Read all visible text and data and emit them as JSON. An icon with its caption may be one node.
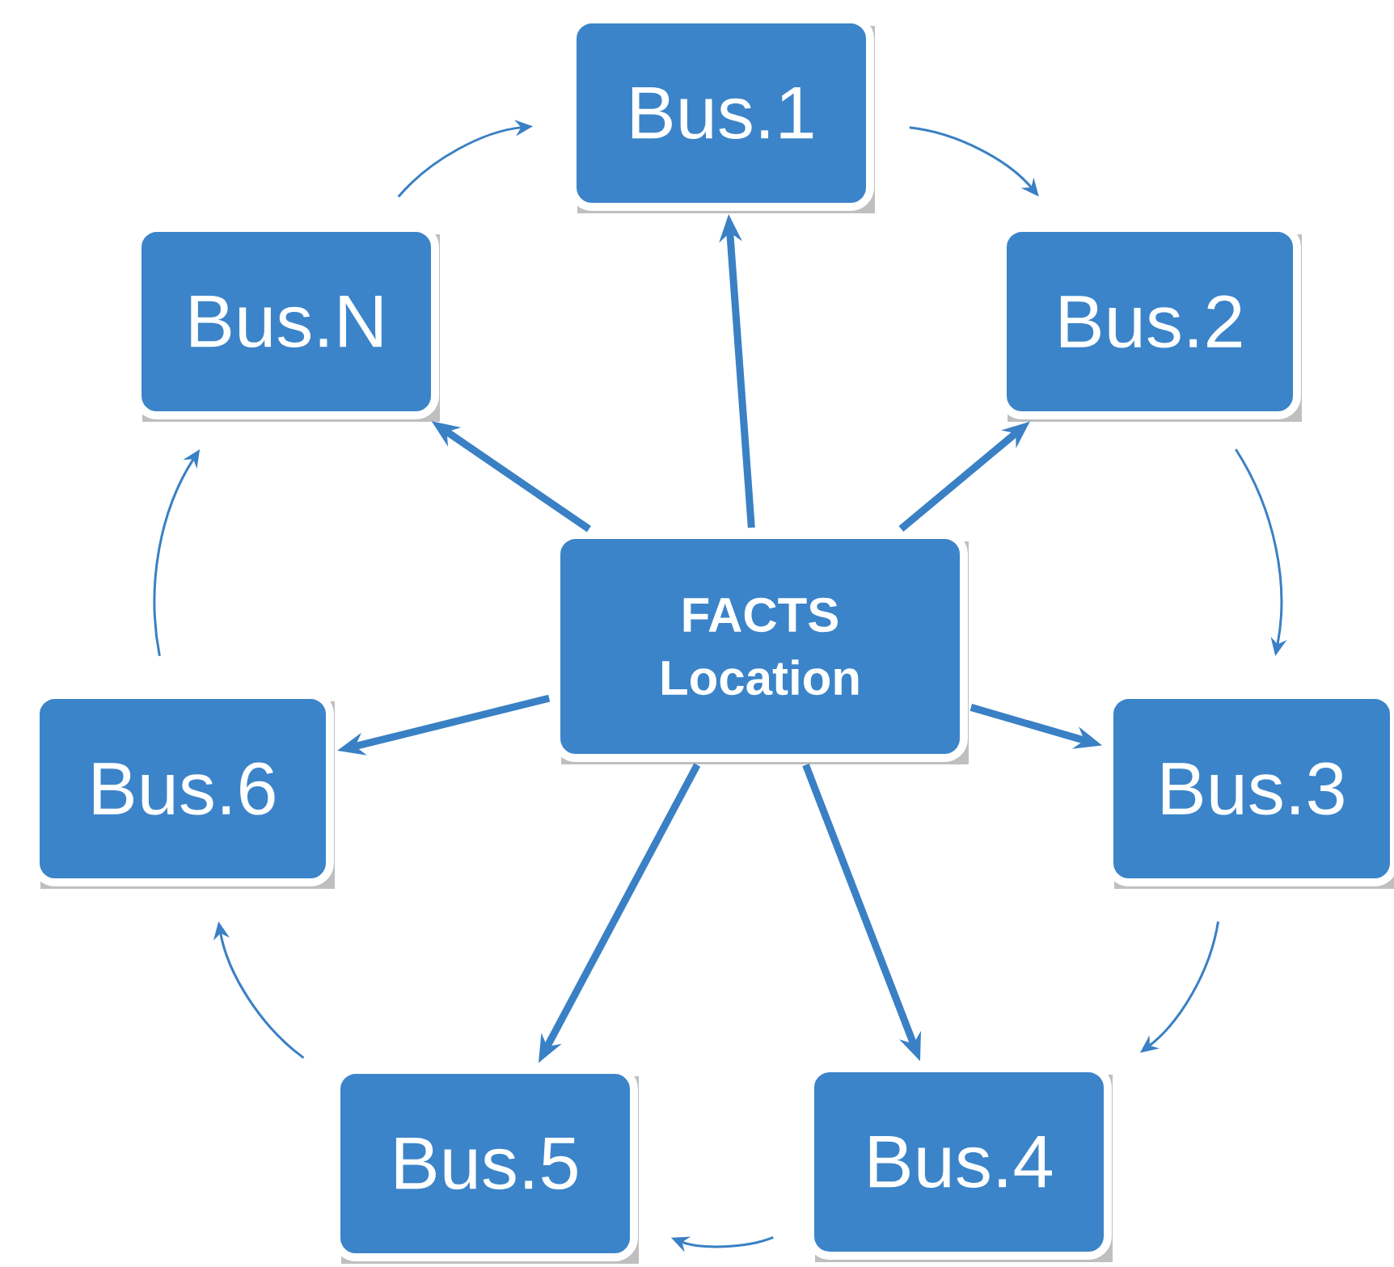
{
  "diagram": {
    "nodes": [
      {
        "text": [
          "FACTS Location"
        ]
      },
      {
        "text": [
          "Bus.1"
        ]
      },
      {
        "text": [
          "Bus.2"
        ]
      },
      {
        "text": [
          "Bus.3"
        ]
      },
      {
        "text": [
          "Bus.4"
        ]
      },
      {
        "text": [
          "Bus.5"
        ]
      },
      {
        "text": [
          "Bus.6"
        ]
      },
      {
        "text": [
          "Bus.N"
        ]
      }
    ],
    "edges": [
      {
        "from": 0,
        "to": 1,
        "arrow": "to",
        "style": "thick"
      },
      {
        "from": 0,
        "to": 2,
        "arrow": "to",
        "style": "thick"
      },
      {
        "from": 0,
        "to": 3,
        "arrow": "to",
        "style": "thick"
      },
      {
        "from": 0,
        "to": 4,
        "arrow": "to",
        "style": "thick"
      },
      {
        "from": 0,
        "to": 5,
        "arrow": "to",
        "style": "thick"
      },
      {
        "from": 0,
        "to": 6,
        "arrow": "to",
        "style": "thick"
      },
      {
        "from": 0,
        "to": 7,
        "arrow": "to",
        "style": "thick"
      },
      {
        "from": 1,
        "to": 2,
        "arrow": "to"
      },
      {
        "from": 2,
        "to": 3,
        "arrow": "to"
      },
      {
        "from": 3,
        "to": 4,
        "arrow": "to"
      },
      {
        "from": 4,
        "to": 5,
        "arrow": "to"
      },
      {
        "from": 5,
        "to": 6,
        "arrow": "to"
      },
      {
        "from": 6,
        "to": 7,
        "arrow": "to"
      },
      {
        "from": 7,
        "to": 1,
        "arrow": "to"
      }
    ]
  }
}
